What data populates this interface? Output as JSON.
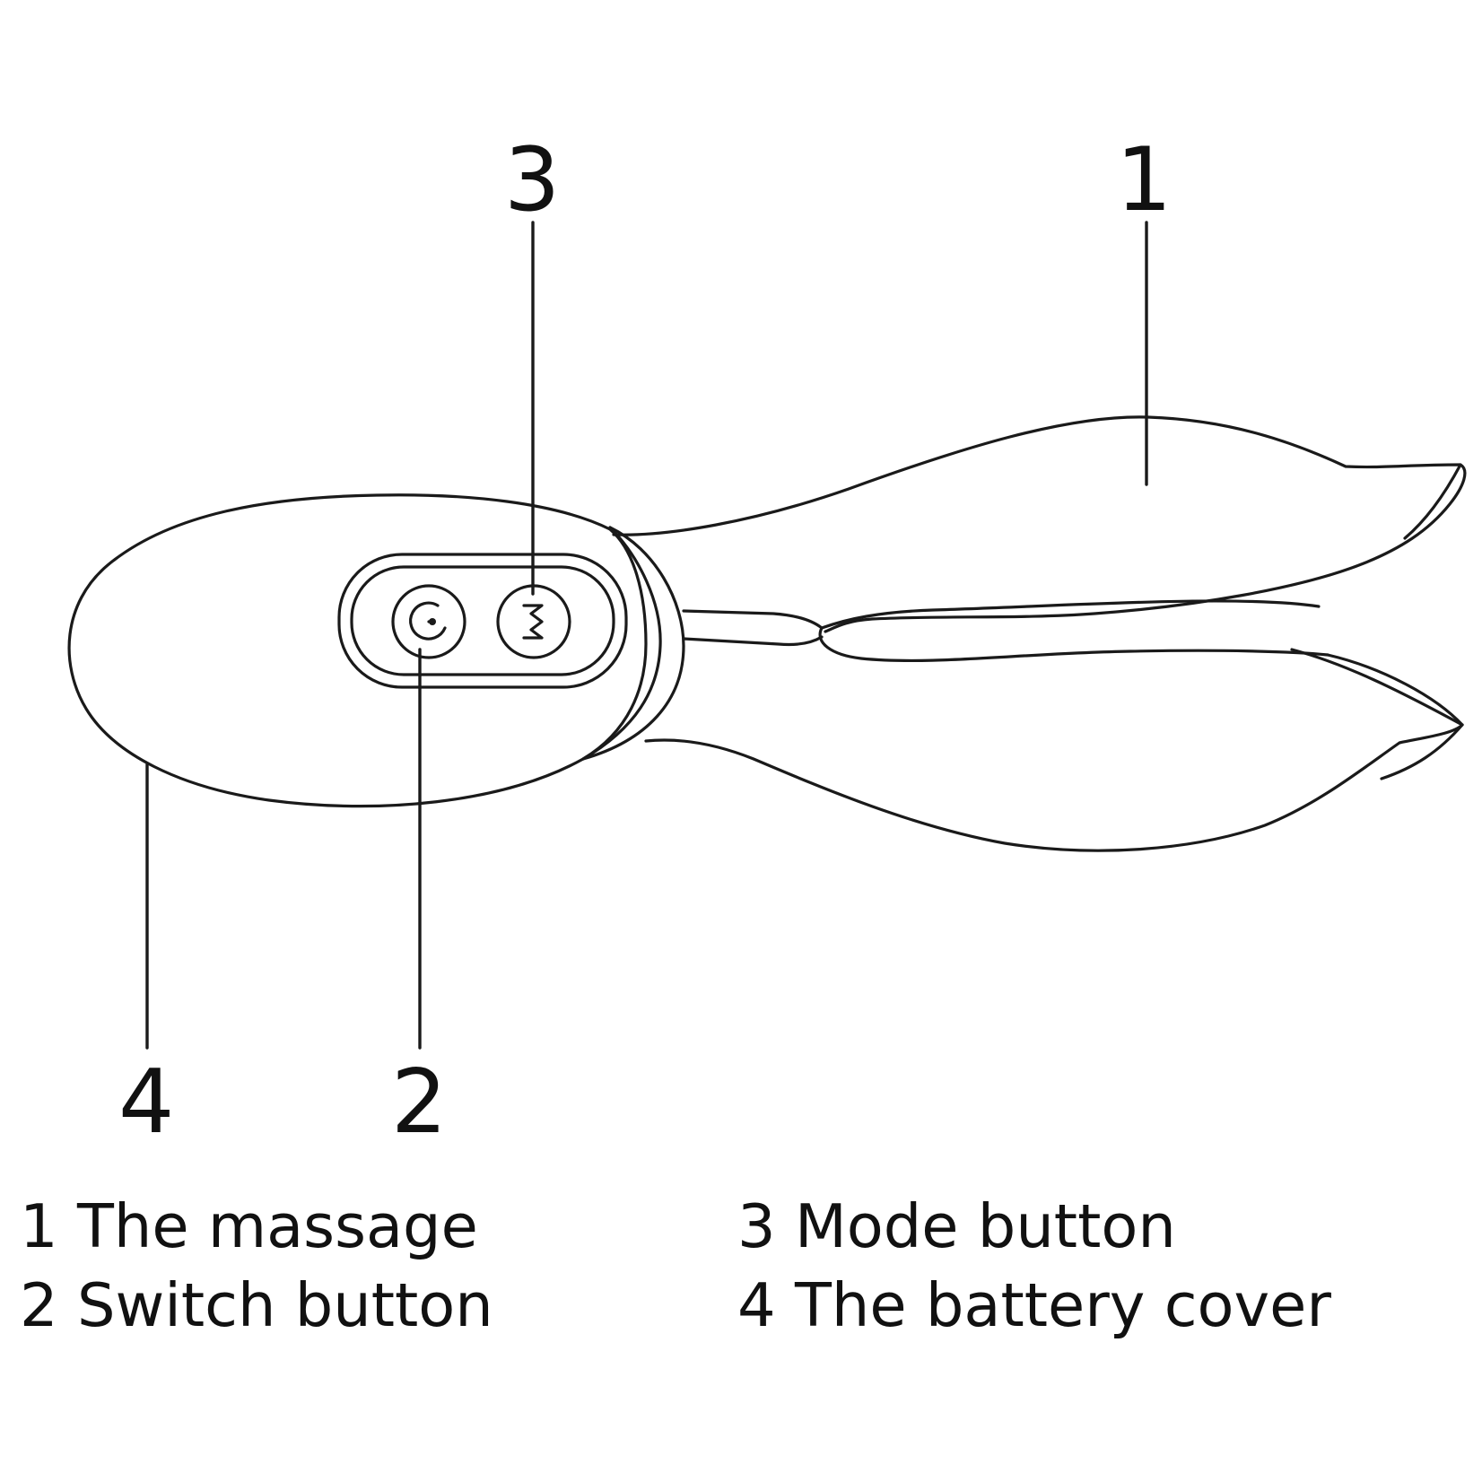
{
  "callouts": [
    {
      "number": "1"
    },
    {
      "number": "2"
    },
    {
      "number": "3"
    },
    {
      "number": "4"
    }
  ],
  "legend": [
    {
      "number": "1",
      "label": "The massage"
    },
    {
      "number": "2",
      "label": "Switch button"
    },
    {
      "number": "3",
      "label": "Mode button"
    },
    {
      "number": "4",
      "label": "The battery cover"
    }
  ],
  "icons": {
    "power": "power-icon",
    "mode": "mode-icon"
  },
  "colors": {
    "line": "#1a1a1a",
    "background": "#ffffff"
  }
}
